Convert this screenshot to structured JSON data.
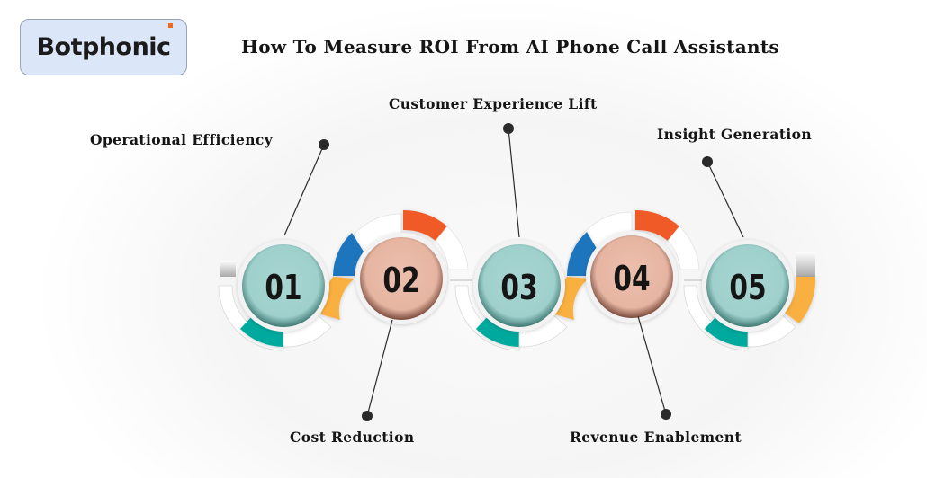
{
  "brand": {
    "logo_text": "Botphonic",
    "accent_dot_color": "#f2691e"
  },
  "title": "How To Measure ROI From AI Phone Call Assistants",
  "steps": [
    {
      "number": "01",
      "label": "Operational Efficiency",
      "circle_color": "#a2d3cf",
      "label_position": "top"
    },
    {
      "number": "02",
      "label": "Cost Reduction",
      "circle_color": "#e9b9a7",
      "label_position": "bottom"
    },
    {
      "number": "03",
      "label": "Customer Experience Lift",
      "circle_color": "#a2d3cf",
      "label_position": "top"
    },
    {
      "number": "04",
      "label": "Revenue Enablement",
      "circle_color": "#e9b9a7",
      "label_position": "bottom"
    },
    {
      "number": "05",
      "label": "Insight Generation",
      "circle_color": "#a2d3cf",
      "label_position": "top"
    }
  ],
  "colors": {
    "teal": "#00a99d",
    "orange": "#f05a28",
    "blue": "#1f74bd",
    "yellow": "#f9b040",
    "text": "#151515"
  }
}
